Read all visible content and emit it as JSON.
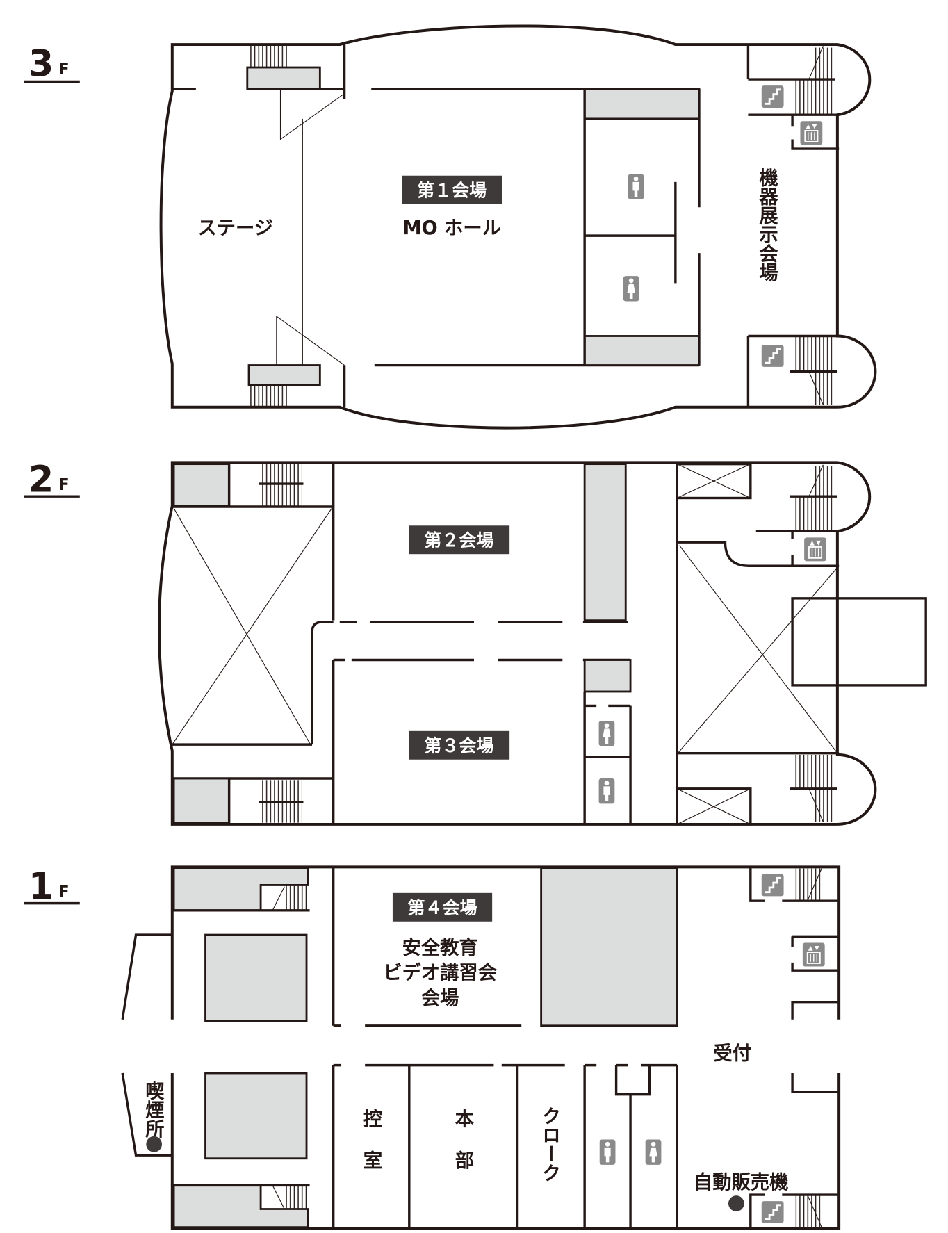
{
  "colors": {
    "line": "#231815",
    "fill_gray": "#dcdddd",
    "icon_gray": "#8a8a8a",
    "label_bg": "#3e3a39"
  },
  "floors": {
    "f3": {
      "number": "3",
      "unit": "F",
      "hall_badge": "第１会場",
      "hall_name": "MO ホール",
      "stage": "ステージ",
      "exhibit": "機器展示会場"
    },
    "f2": {
      "number": "2",
      "unit": "F",
      "hall2_badge": "第２会場",
      "hall3_badge": "第３会場"
    },
    "f1": {
      "number": "1",
      "unit": "F",
      "hall4_badge": "第４会場",
      "hall4_line1": "安全教育",
      "hall4_line2": "ビデオ講習会",
      "hall4_line3": "会場",
      "reception": "受付",
      "waiting_1": "控",
      "waiting_2": "室",
      "hq_1": "本",
      "hq_2": "部",
      "cloak": "クローク",
      "vending": "自動販売機",
      "smoking": "喫煙所"
    }
  },
  "icons": [
    "stairs-icon",
    "elevator-icon",
    "toilet-male-icon",
    "toilet-female-icon"
  ]
}
